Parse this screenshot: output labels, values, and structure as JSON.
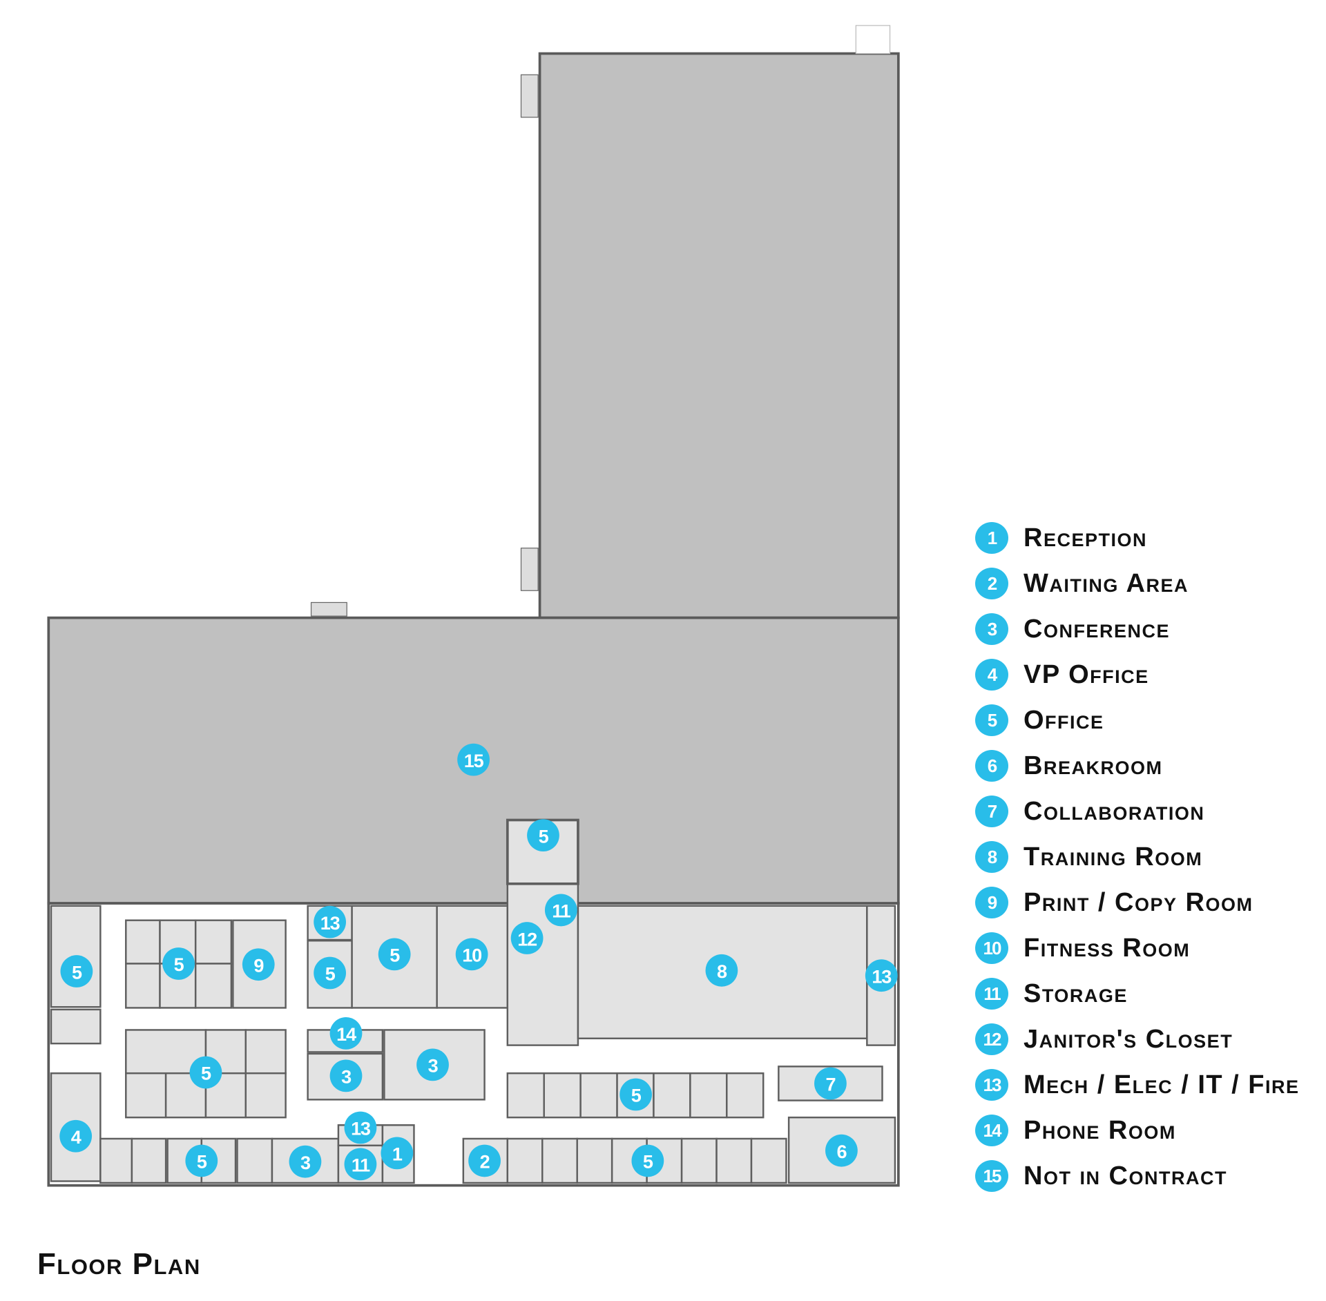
{
  "title": "Floor Plan",
  "accent_color": "#29bde9",
  "legend": [
    {
      "num": "1",
      "label": "Reception"
    },
    {
      "num": "2",
      "label": "Waiting Area"
    },
    {
      "num": "3",
      "label": "Conference"
    },
    {
      "num": "4",
      "label": "VP Office"
    },
    {
      "num": "5",
      "label": "Office"
    },
    {
      "num": "6",
      "label": "Breakroom"
    },
    {
      "num": "7",
      "label": "Collaboration"
    },
    {
      "num": "8",
      "label": "Training Room"
    },
    {
      "num": "9",
      "label": "Print / Copy Room"
    },
    {
      "num": "10",
      "label": "Fitness Room"
    },
    {
      "num": "11",
      "label": "Storage"
    },
    {
      "num": "12",
      "label": "Janitor's Closet"
    },
    {
      "num": "13",
      "label": "Mech / Elec / IT / Fire"
    },
    {
      "num": "14",
      "label": "Phone Room"
    },
    {
      "num": "15",
      "label": "Not in Contract"
    }
  ],
  "markers": [
    "15",
    "5",
    "11",
    "12",
    "8",
    "13",
    "5",
    "5",
    "9",
    "13",
    "5",
    "5",
    "10",
    "14",
    "3",
    "3",
    "5",
    "7",
    "5",
    "4",
    "13",
    "1",
    "11",
    "5",
    "3",
    "2",
    "5",
    "6"
  ]
}
